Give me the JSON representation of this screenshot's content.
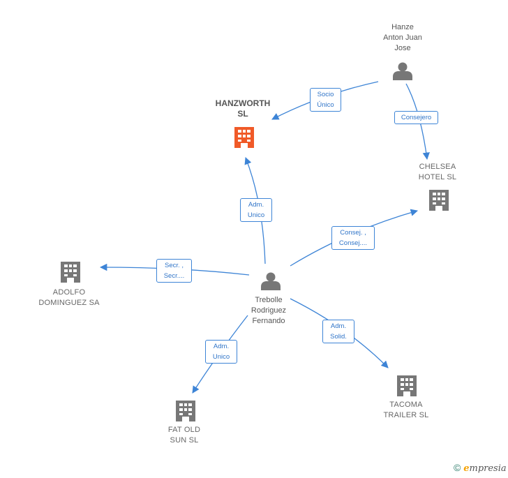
{
  "nodes": {
    "hanze": {
      "label": "Hanze\nAnton Juan\nJose",
      "type": "person"
    },
    "hanzworth": {
      "label": "HANZWORTH\nSL",
      "type": "company",
      "highlight": true,
      "color": "#f05a28"
    },
    "chelsea": {
      "label": "CHELSEA\nHOTEL  SL",
      "type": "company"
    },
    "adolfo": {
      "label": "ADOLFO\nDOMINGUEZ SA",
      "type": "company"
    },
    "trebolle": {
      "label": "Trebolle\nRodriguez\nFernando",
      "type": "person"
    },
    "fatold": {
      "label": "FAT OLD\nSUN SL",
      "type": "company"
    },
    "tacoma": {
      "label": "TACOMA\nTRAILER  SL",
      "type": "company"
    }
  },
  "edges": {
    "hanze_hanzworth": {
      "label": "Socio\nÚnico"
    },
    "hanze_chelsea": {
      "label": "Consejero"
    },
    "trebolle_hanzworth": {
      "label": "Adm.\nUnico"
    },
    "trebolle_chelsea": {
      "label": "Consej. ,\nConsej...."
    },
    "trebolle_adolfo": {
      "label": "Secr. ,\nSecr...."
    },
    "trebolle_fatold": {
      "label": "Adm.\nUnico"
    },
    "trebolle_tacoma": {
      "label": "Adm.\nSolid."
    }
  },
  "colors": {
    "edge": "#3d84d6",
    "icon": "#777777",
    "highlight": "#f05a28"
  },
  "footer": {
    "copyright": "©",
    "brand_first": "e",
    "brand_rest": "mpresia"
  }
}
